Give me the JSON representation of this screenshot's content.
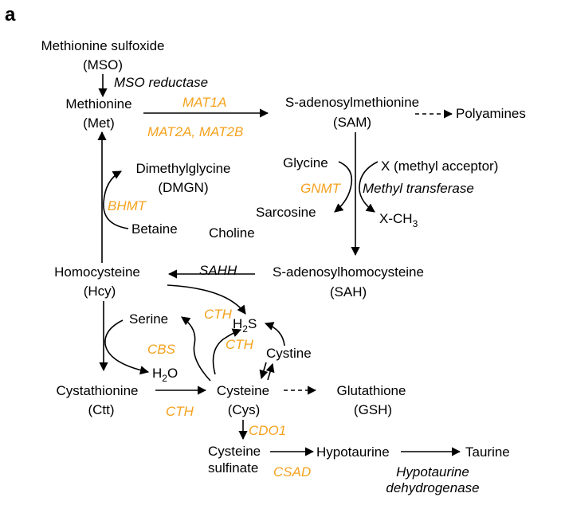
{
  "panel_label": "a",
  "colors": {
    "enzyme_orange": "#F5A21E",
    "text": "#000000"
  },
  "nodes": {
    "mso_name": "Methionine sulfoxide",
    "mso_abbr": "(MSO)",
    "met_name": "Methionine",
    "met_abbr": "(Met)",
    "sam_name": "S-adenosylmethionine",
    "sam_abbr": "(SAM)",
    "polyamines": "Polyamines",
    "dmg_name": "Dimethylglycine",
    "dmg_abbr": "(DMGN)",
    "glycine": "Glycine",
    "methyl_acceptor": "X (methyl acceptor)",
    "sarcosine": "Sarcosine",
    "x_ch3": "X-CH",
    "x_ch3_sub": "3",
    "betaine": "Betaine",
    "choline": "Choline",
    "hcy_name": "Homocysteine",
    "hcy_abbr": "(Hcy)",
    "sah_name": "S-adenosylhomocysteine",
    "sah_abbr": "(SAH)",
    "serine": "Serine",
    "h2s_h": "H",
    "h2s_sub": "2",
    "h2s_s": "S",
    "cystine": "Cystine",
    "h2o_h": "H",
    "h2o_sub": "2",
    "h2o_o": "O",
    "ctt_name": "Cystathionine",
    "ctt_abbr": "(Ctt)",
    "cys_name": "Cysteine",
    "cys_abbr": "(Cys)",
    "glutathione_name": "Glutathione",
    "glutathione_abbr": "(GSH)",
    "cys_sulfinate_1": "Cysteine",
    "cys_sulfinate_2": "sulfinate",
    "hypotaurine": "Hypotaurine",
    "taurine": "Taurine"
  },
  "enzymes": {
    "mso_reductase": "MSO reductase",
    "mat1a": "MAT1A",
    "mat2": "MAT2A, MAT2B",
    "gnmt": "GNMT",
    "methyl_transferase": "Methyl transferase",
    "bhmt": "BHMT",
    "sahh": "SAHH",
    "cth_top": "CTH",
    "cbs": "CBS",
    "cth_mid": "CTH",
    "cth_bottom": "CTH",
    "cdo1": "CDO1",
    "csad": "CSAD",
    "hypotaurine_dh_1": "Hypotaurine",
    "hypotaurine_dh_2": "dehydrogenase"
  }
}
